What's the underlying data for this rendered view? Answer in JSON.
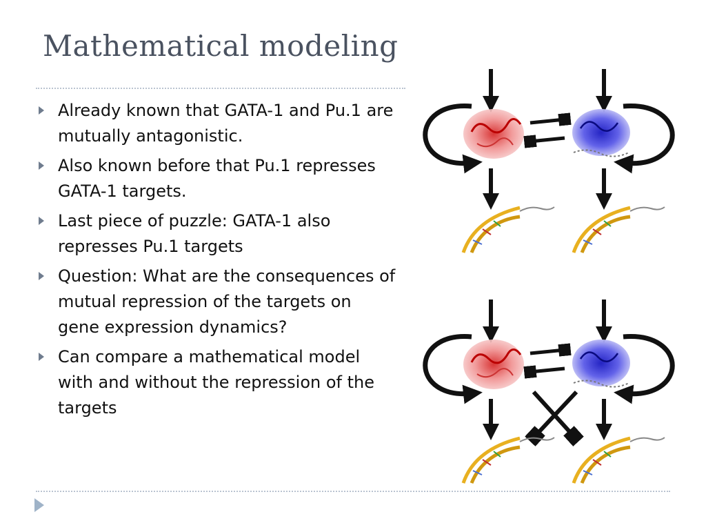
{
  "slide": {
    "title": "Mathematical modeling",
    "bullets": [
      {
        "text": "Already known that GATA-1 and Pu.1 are mutually antagonistic."
      },
      {
        "text": "Also known before that Pu.1 represses GATA-1 targets."
      },
      {
        "text": "Last piece of puzzle: GATA-1 also represses Pu.1 targets"
      },
      {
        "text": "Question: What are the consequences of mutual repression of the targets on gene expression dynamics?"
      },
      {
        "text": "Can compare a mathematical model with and without the repression of the targets"
      }
    ]
  },
  "diagram": {
    "panels": [
      "mutual-antagonism-network",
      "mutual-antagonism-with-target-cross-repression"
    ],
    "colors": {
      "gata1_protein": "#e05a5a",
      "pu1_protein": "#3a3ad0",
      "dna": "#e8b020",
      "arrows": "#111111"
    }
  }
}
